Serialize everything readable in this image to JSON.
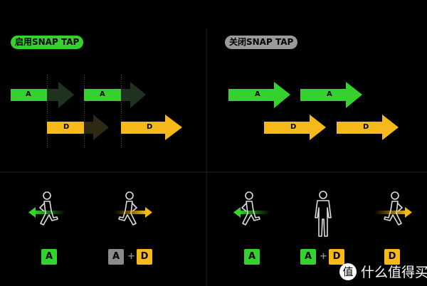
{
  "left_panel": {
    "label": "启用SNAP TAP",
    "key_a": "A",
    "key_d": "D",
    "plus": "+",
    "combo_a": "A",
    "combo_d": "D"
  },
  "right_panel": {
    "label": "关闭SNAP TAP",
    "key_a": "A",
    "plus": "+",
    "combo_a": "A",
    "combo_d": "D",
    "key_d": "D"
  },
  "arrows": {
    "a": "A",
    "d": "D"
  },
  "watermark": {
    "logo": "值",
    "text": "什么值得买"
  },
  "colors": {
    "green": "#34d12f",
    "yellow": "#f5b91a",
    "gray": "#8a8a8a",
    "dark_green": "#1e3320",
    "dark_yellow": "#2e2915"
  }
}
